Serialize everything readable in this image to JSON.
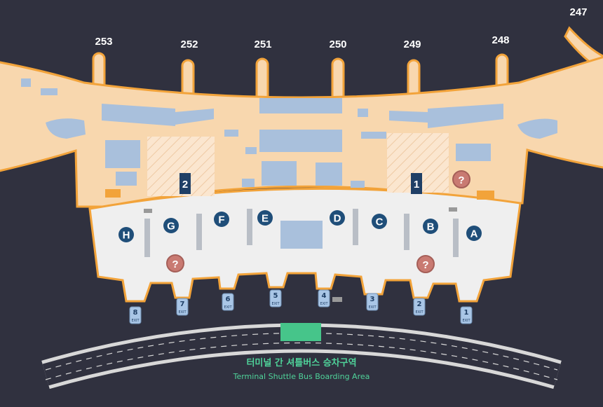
{
  "colors": {
    "background": "#30313f",
    "airside": "#f8d7ae",
    "border": "#f2a33a",
    "landside": "#efefef",
    "gate_marker": "#1f4e79",
    "info": "#c97a72",
    "shuttle": "#46c58a",
    "shops": "#a9c0dc"
  },
  "gates": [
    "253",
    "252",
    "251",
    "250",
    "249",
    "248",
    "247"
  ],
  "checkin_counters": [
    "H",
    "G",
    "F",
    "E",
    "D",
    "C",
    "B",
    "A"
  ],
  "exits": {
    "numbers": [
      "8",
      "7",
      "6",
      "5",
      "4",
      "3",
      "2",
      "1"
    ],
    "label": "EXIT"
  },
  "floor_markers": [
    "2",
    "1"
  ],
  "info_icon": "question-mark-icon",
  "shuttle": {
    "label_ko": "터미널 간 셔틀버스 승차구역",
    "label_en": "Terminal Shuttle Bus Boarding Area"
  }
}
